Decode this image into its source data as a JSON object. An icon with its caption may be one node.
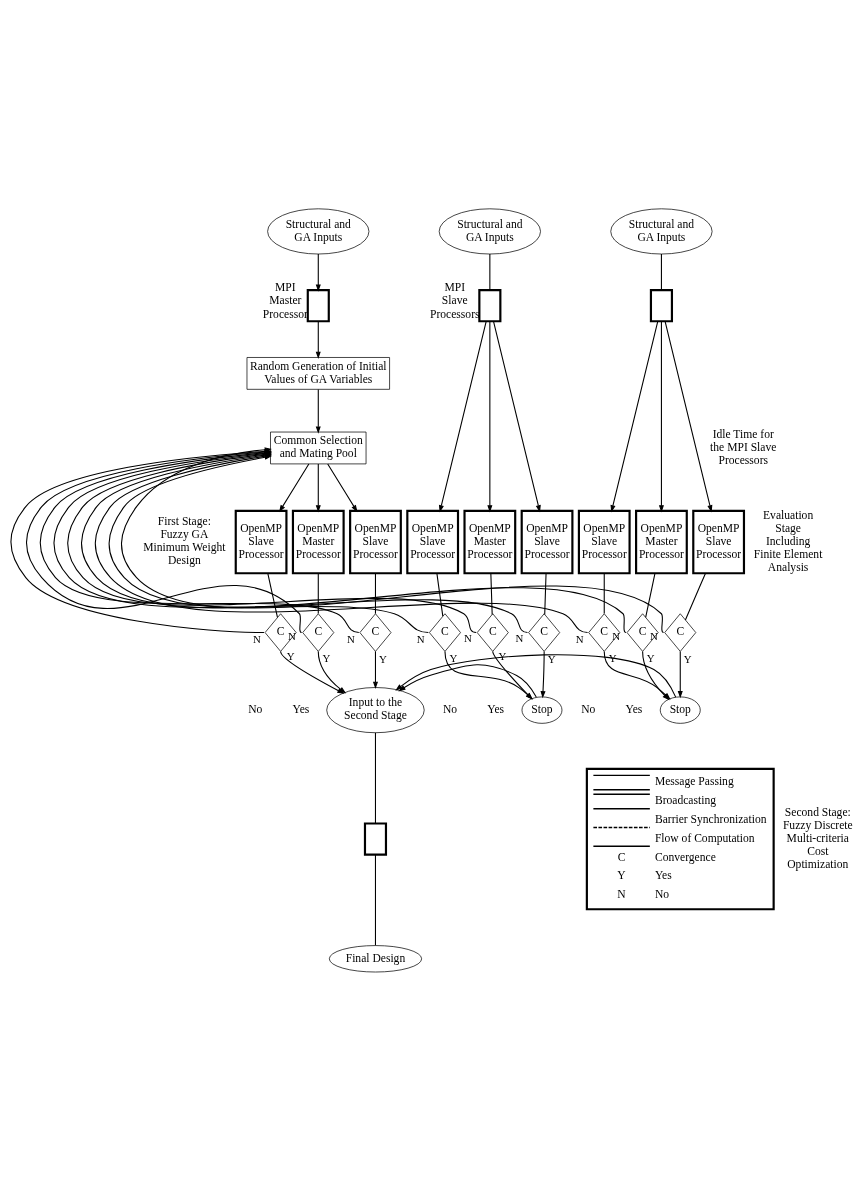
{
  "diagram": {
    "nodes": [
      {
        "text": [
          "Structural and GA Inputs"
        ]
      },
      {
        "text": [
          "Structural and GA Inputs"
        ]
      },
      {
        "text": [
          "Structural and GA Inputs"
        ]
      },
      {
        "text": [],
        "shape": "box",
        "beside": [
          "MPI Master Processor"
        ]
      },
      {
        "text": [],
        "shape": "box",
        "beside": [
          "MPI Slave Processors"
        ]
      },
      {
        "text": [],
        "shape": "box"
      },
      {
        "text": [
          "Random Generation of Initial Values of GA Variables"
        ]
      },
      {
        "text": [
          "Common Selection and Mating Pool"
        ]
      },
      {
        "text": [
          "OpenMP Slave Processor"
        ]
      },
      {
        "text": [
          "OpenMP Master Processor"
        ]
      },
      {
        "text": [
          "OpenMP Slave Processor"
        ]
      },
      {
        "text": [
          "OpenMP Slave Processor"
        ]
      },
      {
        "text": [
          "OpenMP Master Processor"
        ]
      },
      {
        "text": [
          "OpenMP Slave Processor"
        ]
      },
      {
        "text": [
          "OpenMP Slave Processor"
        ]
      },
      {
        "text": [
          "OpenMP Master Processor"
        ]
      },
      {
        "text": [
          "OpenMP Slave Processor"
        ]
      },
      {
        "text": [
          "C"
        ]
      },
      {
        "text": [
          "C"
        ]
      },
      {
        "text": [
          "C"
        ]
      },
      {
        "text": [
          "C"
        ]
      },
      {
        "text": [
          "C"
        ]
      },
      {
        "text": [
          "C"
        ]
      },
      {
        "text": [
          "C"
        ]
      },
      {
        "text": [
          "C"
        ]
      },
      {
        "text": [
          "C"
        ]
      },
      {
        "text": [
          "Input to the Second Stage"
        ]
      },
      {
        "text": [
          "Stop"
        ]
      },
      {
        "text": [
          "Stop"
        ]
      },
      {
        "text": [],
        "shape": "box"
      },
      {
        "text": [
          "Final Design"
        ]
      }
    ],
    "edges": [
      {
        "from": 0,
        "to": 3,
        "arrow": "to"
      },
      {
        "from": 3,
        "to": 6,
        "arrow": "to"
      },
      {
        "from": 6,
        "to": 7,
        "arrow": "to"
      },
      {
        "from": 1,
        "to": 4,
        "arrow": "none"
      },
      {
        "from": 2,
        "to": 5,
        "arrow": "none"
      },
      {
        "from": 7,
        "to": 8,
        "arrow": "to"
      },
      {
        "from": 7,
        "to": 9,
        "arrow": "to"
      },
      {
        "from": 7,
        "to": 10,
        "arrow": "to"
      },
      {
        "from": 4,
        "to": 11,
        "arrow": "to"
      },
      {
        "from": 4,
        "to": 12,
        "arrow": "to"
      },
      {
        "from": 4,
        "to": 13,
        "arrow": "to"
      },
      {
        "from": 5,
        "to": 14,
        "arrow": "to"
      },
      {
        "from": 5,
        "to": 15,
        "arrow": "to"
      },
      {
        "from": 5,
        "to": 16,
        "arrow": "to"
      },
      {
        "from": 8,
        "to": 17,
        "arrow": "none"
      },
      {
        "from": 9,
        "to": 18,
        "arrow": "none"
      },
      {
        "from": 10,
        "to": 19,
        "arrow": "none"
      },
      {
        "from": 11,
        "to": 20,
        "arrow": "none"
      },
      {
        "from": 12,
        "to": 21,
        "arrow": "none"
      },
      {
        "from": 13,
        "to": 22,
        "arrow": "none"
      },
      {
        "from": 14,
        "to": 23,
        "arrow": "none"
      },
      {
        "from": 15,
        "to": 24,
        "arrow": "none"
      },
      {
        "from": 16,
        "to": 25,
        "arrow": "none"
      },
      {
        "from": 17,
        "to": 26,
        "arrow": "to",
        "label": "Y"
      },
      {
        "from": 18,
        "to": 26,
        "arrow": "to",
        "label": "Y"
      },
      {
        "from": 19,
        "to": 26,
        "arrow": "to",
        "label": "Y"
      },
      {
        "from": 18,
        "to": 7,
        "arrow": "to",
        "label": "N"
      },
      {
        "from": 17,
        "to": 7,
        "arrow": "to",
        "label": "N"
      },
      {
        "from": 19,
        "to": 7,
        "arrow": "to",
        "label": "N"
      },
      {
        "from": 20,
        "to": 27,
        "arrow": "to",
        "label": "Y"
      },
      {
        "from": 21,
        "to": 27,
        "arrow": "to",
        "label": "Y"
      },
      {
        "from": 22,
        "to": 27,
        "arrow": "to",
        "label": "Y"
      },
      {
        "from": 20,
        "to": 7,
        "arrow": "to",
        "label": "N"
      },
      {
        "from": 21,
        "to": 7,
        "arrow": "to",
        "label": "N"
      },
      {
        "from": 22,
        "to": 7,
        "arrow": "to",
        "label": "N"
      },
      {
        "from": 23,
        "to": 28,
        "arrow": "to",
        "label": "Y"
      },
      {
        "from": 24,
        "to": 28,
        "arrow": "to",
        "label": "Y"
      },
      {
        "from": 25,
        "to": 28,
        "arrow": "to",
        "label": "Y"
      },
      {
        "from": 23,
        "to": 7,
        "arrow": "to",
        "label": "N"
      },
      {
        "from": 24,
        "to": 7,
        "arrow": "to",
        "label": "N"
      },
      {
        "from": 25,
        "to": 7,
        "arrow": "to",
        "label": "N"
      },
      {
        "from": 27,
        "to": 26,
        "arrow": "to"
      },
      {
        "from": 28,
        "to": 26,
        "arrow": "to"
      },
      {
        "from": 26,
        "to": 29,
        "arrow": "none"
      },
      {
        "from": 29,
        "to": 30,
        "arrow": "none"
      }
    ],
    "labels": [
      "First Stage: Fuzzy GA Minimum Weight Design",
      "Idle Time for the MPI Slave Processors",
      "Evaluation Stage Including Finite Element Analysis",
      "Second Stage: Fuzzy Discrete Multi-criteria Cost Optimization",
      "No",
      "Yes",
      "No",
      "Yes",
      "No",
      "Yes",
      "C",
      "Y",
      "N"
    ],
    "legend": [
      {
        "text": "Message Passing"
      },
      {
        "text": "Broadcasting"
      },
      {
        "text": "Barrier Synchronization"
      },
      {
        "text": "Flow of Computation"
      },
      {
        "text": "Convergence"
      },
      {
        "text": "Yes"
      },
      {
        "text": "No"
      }
    ]
  }
}
